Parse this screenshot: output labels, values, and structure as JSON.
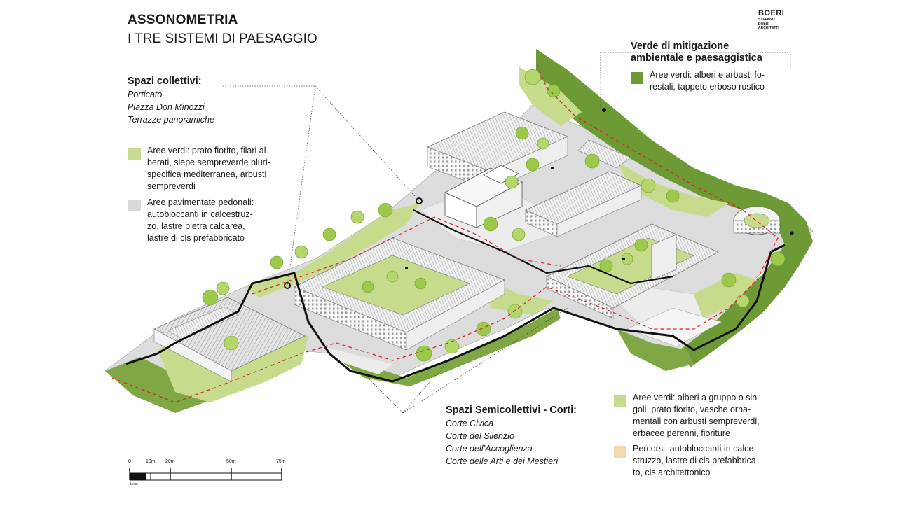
{
  "header": {
    "title": "ASSONOMETRIA",
    "subtitle": "I TRE SISTEMI DI PAESAGGIO"
  },
  "logo": {
    "name": "BOERI",
    "lines": [
      "STEFANO",
      "BOERI",
      "ARCHITETTI"
    ]
  },
  "colors": {
    "forest_green": "#6d9a35",
    "light_green": "#c6dc8c",
    "paving_grey": "#d9d9d9",
    "path_beige": "#f3d9b0",
    "lime_green": "#9cc94a",
    "dark_line": "#111111",
    "red_dashed": "#d6242b"
  },
  "collective": {
    "heading": "Spazi collettivi:",
    "items": [
      "Porticato",
      "Piazza Don Minozzi",
      "Terrazze panoramiche"
    ],
    "legend": [
      {
        "color": "#c6dc8c",
        "lines": [
          "Aree verdi: prato fiorito, filari al-",
          "berati, siepe sempreverde pluri-",
          "specifica mediterranea, arbusti",
          "sempreverdi"
        ]
      },
      {
        "color": "#d9d9d9",
        "lines": [
          "Aree pavimentate pedonali:",
          "autobloccanti in calcestruz-",
          "zo, lastre pietra calcarea,",
          "lastre di cls prefabbricato"
        ]
      }
    ]
  },
  "mitigation": {
    "heading_lines": [
      "Verde di mitigazione",
      "ambientale e paesaggistica"
    ],
    "legend": [
      {
        "color": "#6d9a35",
        "lines": [
          "Aree verdi: alberi e arbusti fo-",
          "restali, tappeto erboso rustico"
        ]
      }
    ]
  },
  "semicollective": {
    "heading": "Spazi Semicollettivi - Corti:",
    "items": [
      "Corte Civica",
      "Corte del Silenzio",
      "Corte dell’Accoglienza",
      "Corte delle Arti e dei Mestieri"
    ],
    "legend": [
      {
        "color": "#c6dc8c",
        "lines": [
          "Aree verdi: alberi a gruppo o sin-",
          "goli, prato fiorito, vasche orna-",
          "mentali con arbusti sempreverdi,",
          "erbacee perenni, fioriture"
        ]
      },
      {
        "color": "#f3d9b0",
        "lines": [
          "Percorsi: autobloccanti in calce-",
          "struzzo, lastre di cls prefabbrica-",
          "to, cls architettonico"
        ]
      }
    ]
  },
  "scale": {
    "labels": [
      "0",
      "10m",
      "20m",
      "50m",
      "75m"
    ],
    "note": "1:xxx"
  }
}
